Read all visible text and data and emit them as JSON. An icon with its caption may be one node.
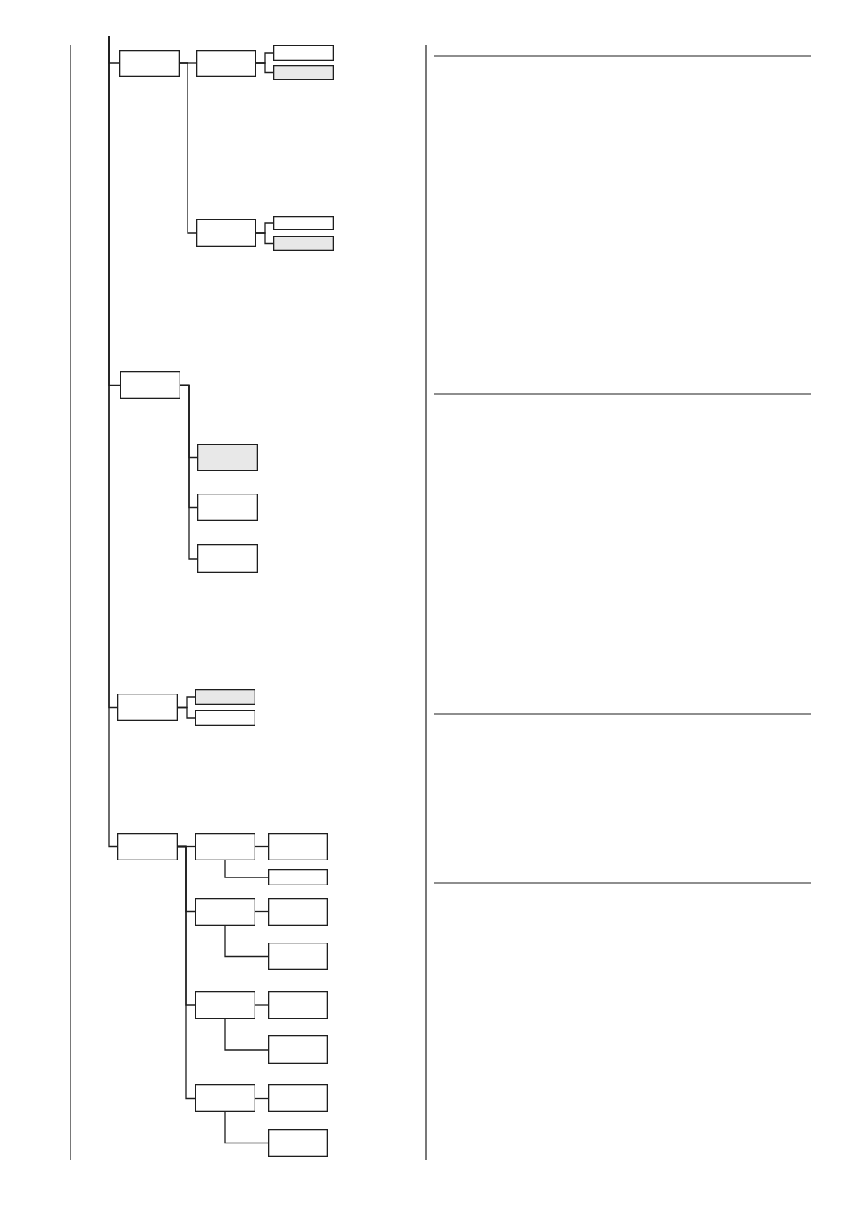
{
  "diagram": {
    "nodes": [
      {
        "text": [],
        "shape": "box"
      },
      {
        "text": [],
        "shape": "box"
      },
      {
        "text": [],
        "shape": "box"
      },
      {
        "text": [],
        "shape": "box"
      },
      {
        "text": [],
        "shape": "box"
      },
      {
        "text": [],
        "shape": "box"
      },
      {
        "text": [],
        "shape": "box"
      },
      {
        "text": [],
        "shape": "box"
      },
      {
        "text": [],
        "shape": "box"
      },
      {
        "text": [],
        "shape": "box"
      },
      {
        "text": [],
        "shape": "box"
      },
      {
        "text": [],
        "shape": "box"
      },
      {
        "text": [],
        "shape": "box"
      },
      {
        "text": [],
        "shape": "box"
      },
      {
        "text": [],
        "shape": "box"
      },
      {
        "text": [],
        "shape": "box"
      },
      {
        "text": [],
        "shape": "box"
      },
      {
        "text": [],
        "shape": "box"
      },
      {
        "text": [],
        "shape": "box"
      },
      {
        "text": [],
        "shape": "box"
      },
      {
        "text": [],
        "shape": "box"
      },
      {
        "text": [],
        "shape": "box"
      },
      {
        "text": [],
        "shape": "box"
      },
      {
        "text": [],
        "shape": "box"
      },
      {
        "text": [],
        "shape": "box"
      },
      {
        "text": [],
        "shape": "box"
      },
      {
        "text": [],
        "shape": "box"
      }
    ],
    "edges": [
      {
        "from": null,
        "to": 0,
        "arrow": "none"
      },
      {
        "from": null,
        "to": 7,
        "arrow": "none"
      },
      {
        "from": null,
        "to": 11,
        "arrow": "none"
      },
      {
        "from": null,
        "to": 14,
        "arrow": "none"
      },
      {
        "from": 0,
        "to": 1,
        "arrow": "none"
      },
      {
        "from": 0,
        "to": 4,
        "arrow": "none"
      },
      {
        "from": 1,
        "to": 2,
        "arrow": "none"
      },
      {
        "from": 1,
        "to": 3,
        "arrow": "none"
      },
      {
        "from": 4,
        "to": 5,
        "arrow": "none"
      },
      {
        "from": 4,
        "to": 6,
        "arrow": "none"
      },
      {
        "from": 7,
        "to": 8,
        "arrow": "none"
      },
      {
        "from": 7,
        "to": 9,
        "arrow": "none"
      },
      {
        "from": 7,
        "to": 10,
        "arrow": "none"
      },
      {
        "from": 11,
        "to": 12,
        "arrow": "none"
      },
      {
        "from": 11,
        "to": 13,
        "arrow": "none"
      },
      {
        "from": 14,
        "to": 15,
        "arrow": "none"
      },
      {
        "from": 14,
        "to": 18,
        "arrow": "none"
      },
      {
        "from": 14,
        "to": 21,
        "arrow": "none"
      },
      {
        "from": 14,
        "to": 24,
        "arrow": "none"
      },
      {
        "from": 15,
        "to": 16,
        "arrow": "none"
      },
      {
        "from": 15,
        "to": 17,
        "arrow": "none"
      },
      {
        "from": 18,
        "to": 19,
        "arrow": "none"
      },
      {
        "from": 18,
        "to": 20,
        "arrow": "none"
      },
      {
        "from": 21,
        "to": 22,
        "arrow": "none"
      },
      {
        "from": 21,
        "to": 23,
        "arrow": "none"
      },
      {
        "from": 24,
        "to": 25,
        "arrow": "none"
      },
      {
        "from": 24,
        "to": 26,
        "arrow": "none"
      }
    ]
  }
}
